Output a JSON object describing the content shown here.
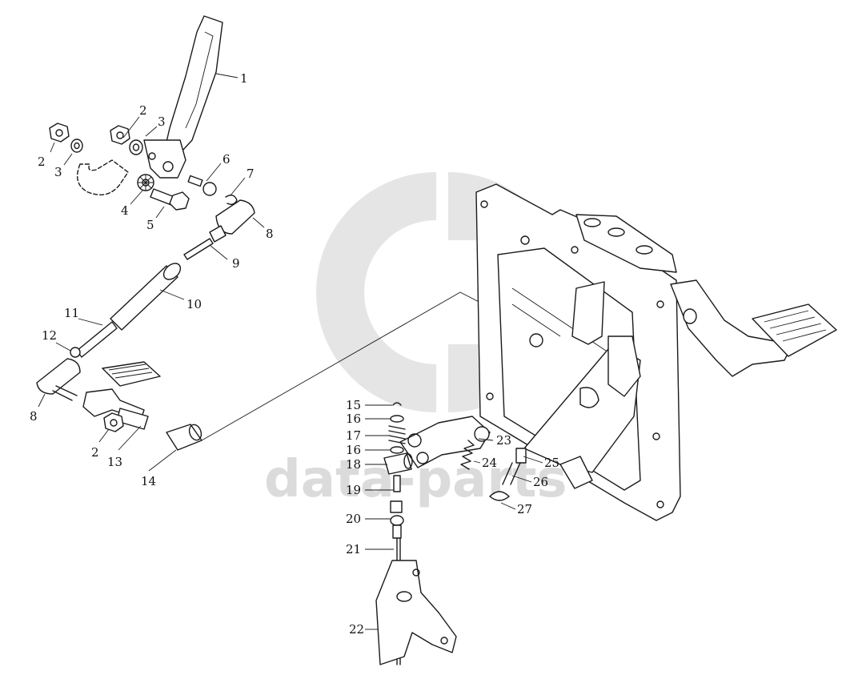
{
  "watermark": {
    "text": "data-parts",
    "color": "#cfcfcf"
  },
  "parts": [
    {
      "id": "p1",
      "label": "1"
    },
    {
      "id": "p2a",
      "label": "2"
    },
    {
      "id": "p2b",
      "label": "2"
    },
    {
      "id": "p2c",
      "label": "2"
    },
    {
      "id": "p3a",
      "label": "3"
    },
    {
      "id": "p3b",
      "label": "3"
    },
    {
      "id": "p4",
      "label": "4"
    },
    {
      "id": "p5",
      "label": "5"
    },
    {
      "id": "p6",
      "label": "6"
    },
    {
      "id": "p7",
      "label": "7"
    },
    {
      "id": "p8a",
      "label": "8"
    },
    {
      "id": "p8b",
      "label": "8"
    },
    {
      "id": "p9",
      "label": "9"
    },
    {
      "id": "p10",
      "label": "10"
    },
    {
      "id": "p11",
      "label": "11"
    },
    {
      "id": "p12",
      "label": "12"
    },
    {
      "id": "p13",
      "label": "13"
    },
    {
      "id": "p14",
      "label": "14"
    },
    {
      "id": "p15",
      "label": "15"
    },
    {
      "id": "p16a",
      "label": "16"
    },
    {
      "id": "p16b",
      "label": "16"
    },
    {
      "id": "p17",
      "label": "17"
    },
    {
      "id": "p18",
      "label": "18"
    },
    {
      "id": "p19",
      "label": "19"
    },
    {
      "id": "p20",
      "label": "20"
    },
    {
      "id": "p21",
      "label": "21"
    },
    {
      "id": "p22",
      "label": "22"
    },
    {
      "id": "p23",
      "label": "23"
    },
    {
      "id": "p24",
      "label": "24"
    },
    {
      "id": "p25",
      "label": "25"
    },
    {
      "id": "p26",
      "label": "26"
    },
    {
      "id": "p27",
      "label": "27"
    }
  ]
}
